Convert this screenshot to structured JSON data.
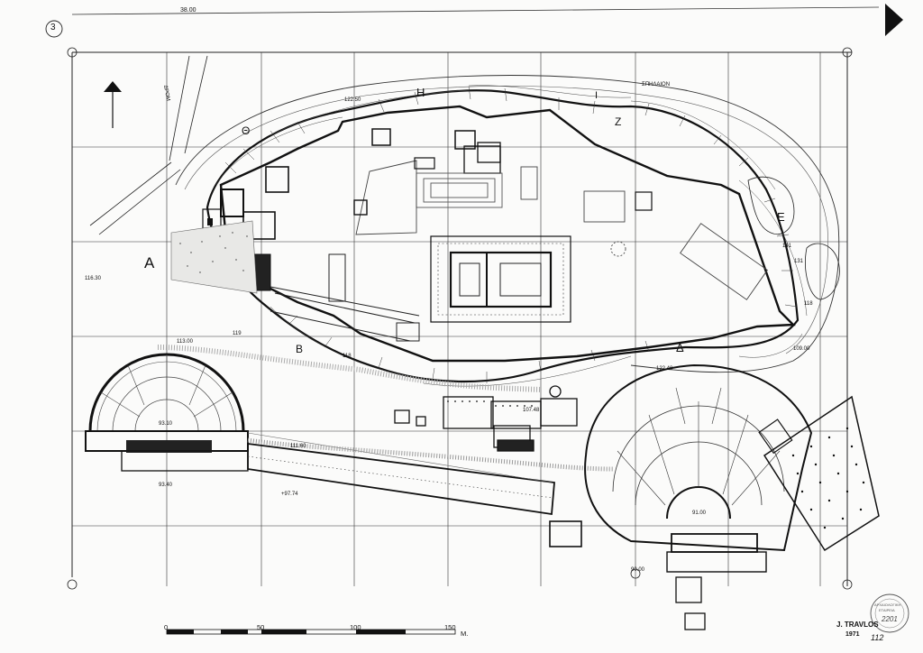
{
  "sheet": {
    "number": "3",
    "top_value": "38.00",
    "corner_note": "112"
  },
  "regions": {
    "A": "A",
    "B": "B",
    "Delta": "Δ",
    "E": "E",
    "Z": "Z",
    "H": "H",
    "Theta": "Θ",
    "I": "I"
  },
  "road_label": "ΔΡΟΜ",
  "spot_heights": {
    "west_left": "116.30",
    "odeion_center": "93.10",
    "stoa_top": "111.60",
    "odeion_bottom": "93.40",
    "stoa_bottom": "+97.74",
    "theatre_center": "91.00",
    "theatre_bottom": "90.00",
    "east": "109.00",
    "south_a": "118",
    "south_b": "119",
    "south_c": "113.00",
    "north_a": "122.50",
    "north_b": "141",
    "east_b": "131",
    "east_c": "118",
    "stair": "107.48",
    "asklep": "122.40",
    "north_note": "ΣΠΗΛΑΙΟΝ"
  },
  "scale": {
    "ticks": [
      "0",
      "50",
      "100",
      "150"
    ],
    "unit": "M."
  },
  "credit": {
    "name": "J. TRAVLOS",
    "year": "1971"
  },
  "stamp": {
    "line1": "ΑΡΧΑΙΟΛΟΓΙΚΗ",
    "line2": "ΕΤΑΙΡΕΙΑ",
    "number": "2201"
  },
  "colors": {
    "ink": "#111111",
    "paper": "#fbfbfa",
    "grid": "#222222"
  }
}
